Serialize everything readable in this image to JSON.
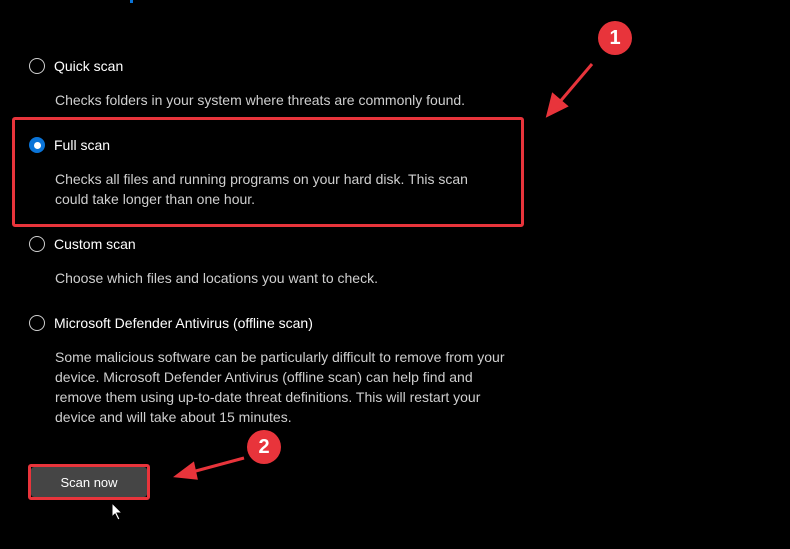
{
  "options": [
    {
      "label": "Quick scan",
      "description": "Checks folders in your system where threats are commonly found.",
      "selected": false
    },
    {
      "label": "Full scan",
      "description": "Checks all files and running programs on your hard disk. This scan could take longer than one hour.",
      "selected": true
    },
    {
      "label": "Custom scan",
      "description": "Choose which files and locations you want to check.",
      "selected": false
    },
    {
      "label": "Microsoft Defender Antivirus (offline scan)",
      "description": "Some malicious software can be particularly difficult to remove from your device. Microsoft Defender Antivirus (offline scan) can help find and remove them using up-to-date threat definitions. This will restart your device and will take about 15 minutes.",
      "selected": false
    }
  ],
  "scan_button": "Scan now",
  "annotations": {
    "step1": "1",
    "step2": "2"
  },
  "colors": {
    "accent": "#0a74d8",
    "highlight": "#e8343b"
  }
}
